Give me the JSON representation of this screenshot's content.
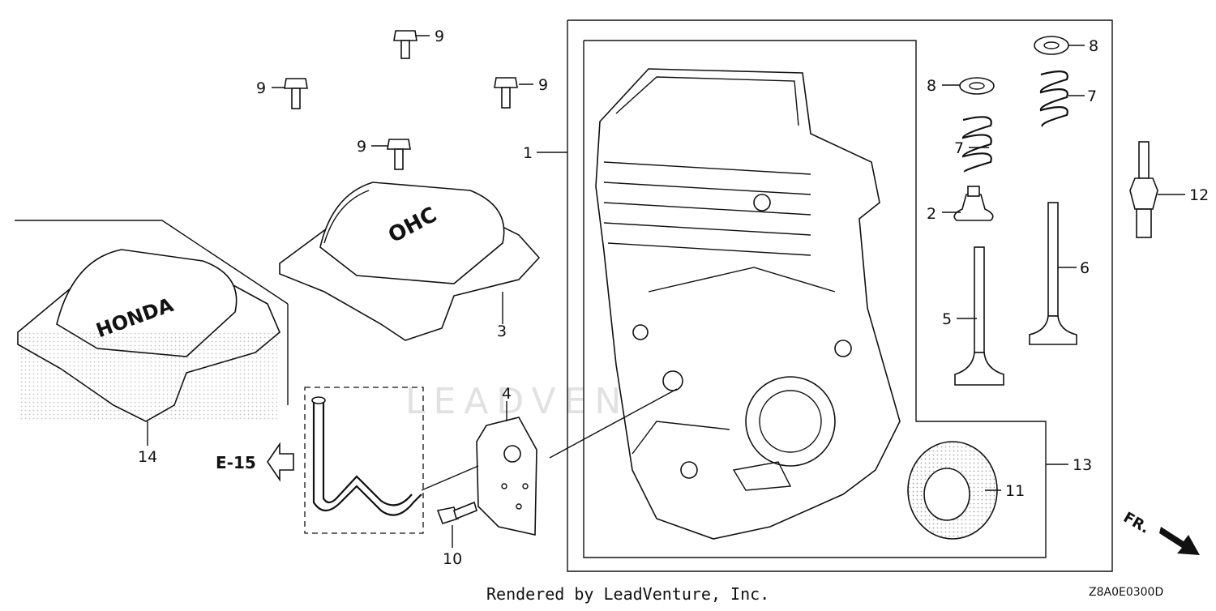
{
  "callouts": {
    "c1": "1",
    "c2": "2",
    "c3": "3",
    "c4": "4",
    "c5": "5",
    "c6": "6",
    "c7a": "7",
    "c7b": "7",
    "c8a": "8",
    "c8b": "8",
    "c9a": "9",
    "c9b": "9",
    "c9c": "9",
    "c9d": "9",
    "c10": "10",
    "c11": "11",
    "c12": "12",
    "c13": "13",
    "c14": "14"
  },
  "reference": {
    "label": "E-15"
  },
  "direction": {
    "label": "FR."
  },
  "footer": {
    "rendered_by": "Rendered by LeadVenture, Inc.",
    "diagram_code": "Z8A0E0300D"
  },
  "watermark": {
    "text": "LEADVENTURE"
  },
  "cover_markings": {
    "ohc": "OHC",
    "honda": "HONDA"
  }
}
